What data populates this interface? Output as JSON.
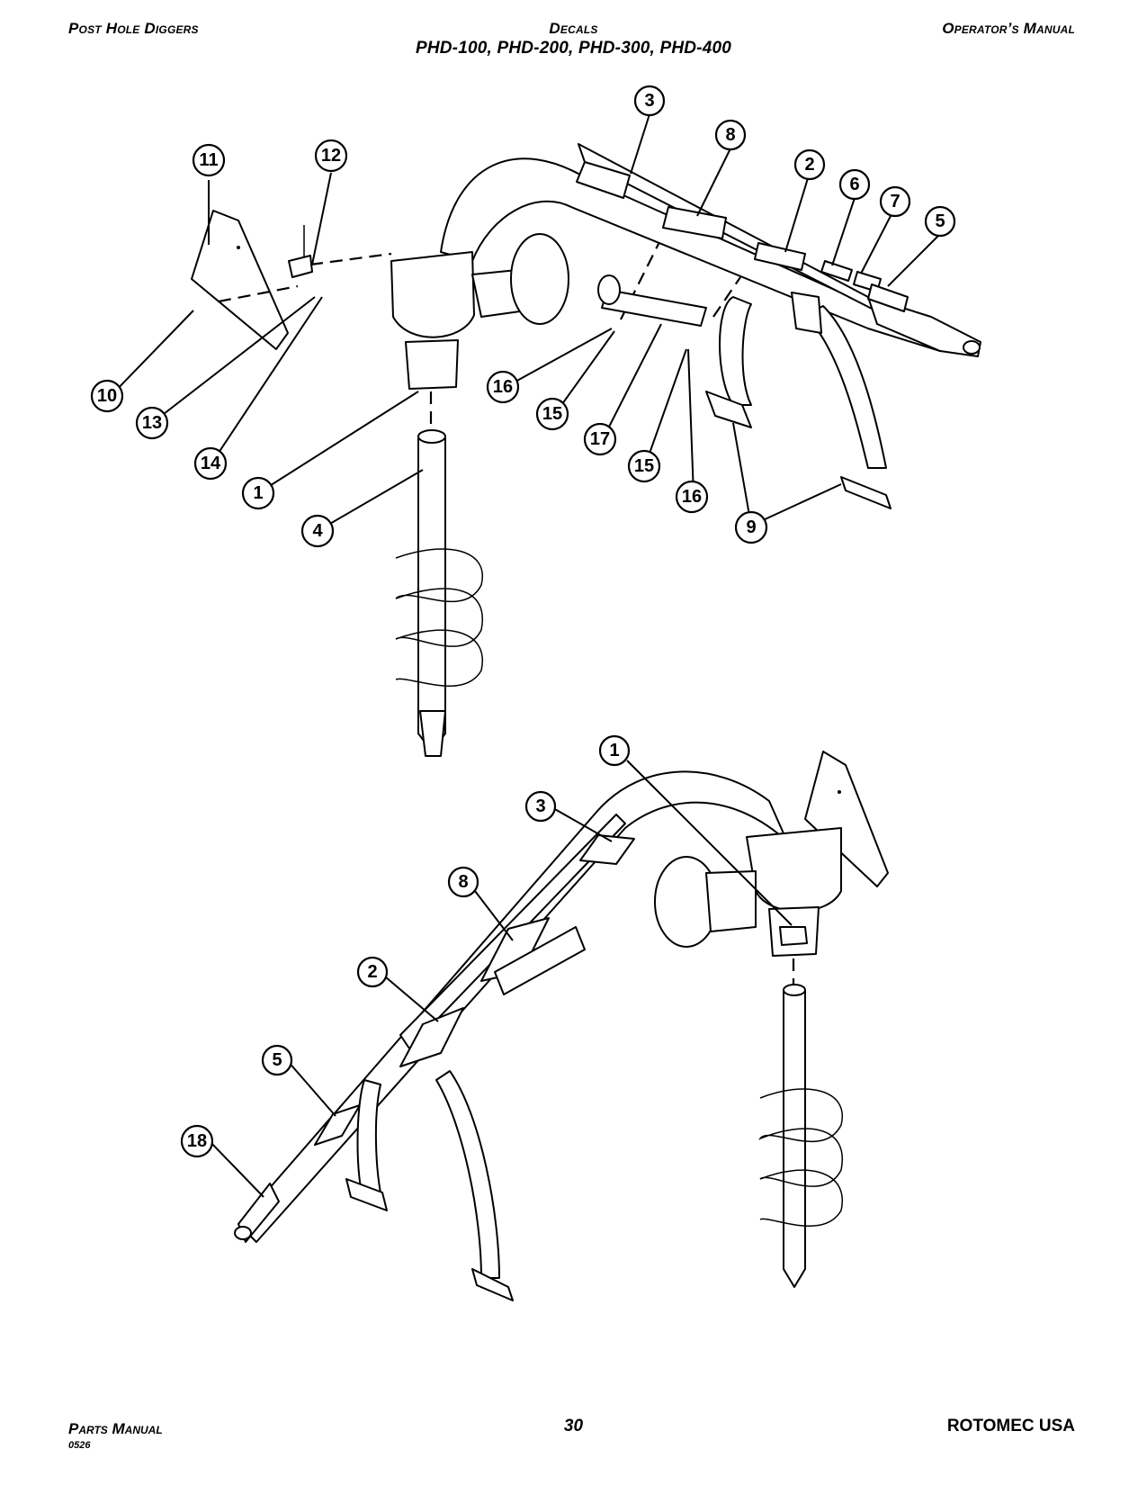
{
  "header": {
    "left": "Post Hole Diggers",
    "center_section": "Decals",
    "center_models": "PHD-100, PHD-200, PHD-300, PHD-400",
    "right": "Operator’s Manual"
  },
  "footer": {
    "left": "Parts Manual",
    "code": "0526",
    "page": "30",
    "right": "ROTOMEC USA"
  },
  "diagram": {
    "top_callouts": [
      "3",
      "8",
      "2",
      "6",
      "7",
      "5",
      "11",
      "12",
      "10",
      "13",
      "14",
      "16",
      "15",
      "17",
      "15",
      "16",
      "1",
      "4",
      "9"
    ],
    "bottom_callouts": [
      "1",
      "3",
      "8",
      "2",
      "5",
      "18"
    ]
  }
}
